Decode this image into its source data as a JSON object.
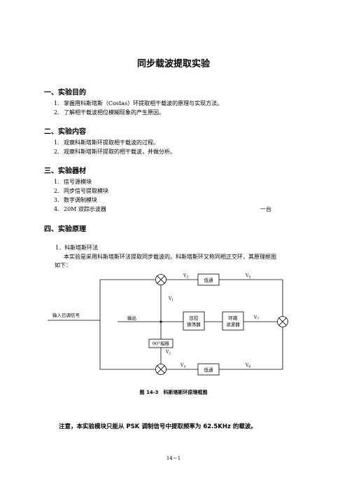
{
  "title": "同步载波提取实验",
  "sections": [
    {
      "heading": "一、实验目的",
      "items": [
        {
          "num": "1.",
          "text": "掌握用科斯塔斯（Costas）环提取相干载波的原理与实现方法。"
        },
        {
          "num": "2.",
          "text": "了解相干载波相位模糊现象的产生原因。"
        }
      ]
    },
    {
      "heading": "二、实验内容",
      "items": [
        {
          "num": "1.",
          "text": "观察科斯塔斯环提取相干载波的过程。"
        },
        {
          "num": "2.",
          "text": "观察科斯塔斯环提取的相干载波，并做分析。"
        }
      ]
    },
    {
      "heading": "三、实验器材",
      "items": [
        {
          "num": "1.",
          "text": "信号源模块"
        },
        {
          "num": "2.",
          "text": "同步信号提取模块"
        },
        {
          "num": "3.",
          "text": "数字调制模块"
        },
        {
          "num": "4.",
          "text": "20M 双踪示波器",
          "right": "一台"
        }
      ]
    },
    {
      "heading": "四、实验原理"
    }
  ],
  "principle": {
    "sub": "1．科斯塔斯环法",
    "line1": "本实验是采用科斯塔斯环法提取同步载波的。科斯塔斯环又称同相正交环，其原理框图",
    "line2": "如下："
  },
  "diagram": {
    "input_label": "输入已调信号",
    "output_label": "输出",
    "lowpass": "低通",
    "vco_line1": "压控",
    "vco_line2": "振荡器",
    "loopfilter_line1": "环路",
    "loopfilter_line2": "滤波器",
    "phase_shift": "90°相移",
    "v3": "V",
    "v3_sub": "3",
    "v5": "V",
    "v5_sub": "5",
    "v1": "V",
    "v1_sub": "1",
    "v7": "V",
    "v7_sub": "7",
    "v2": "V",
    "v2_sub": "2",
    "v4": "V",
    "v4_sub": "4",
    "v6": "V",
    "v6_sub": "6"
  },
  "caption": "图 14-3　科斯塔斯环原理框图",
  "note": "注意，本实验模块只能从 PSK 调制信号中提取频率为 62.5KHz 的载波。",
  "footer": "14－1"
}
